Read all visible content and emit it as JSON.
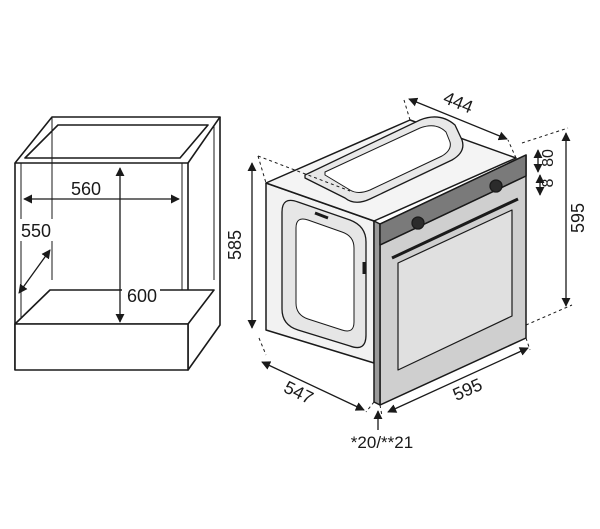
{
  "cabinet": {
    "width": "560",
    "depth": "550",
    "height": "600"
  },
  "oven": {
    "top_depth": "444",
    "body_height": "585",
    "front_height": "595",
    "front_width": "595",
    "body_depth": "547",
    "top_gap_a": "8",
    "top_gap_b": "80",
    "front_protrusion": "*20/**21"
  },
  "colors": {
    "line": "#1a1a1a",
    "fill_light": "#f2f2f2",
    "fill_mid": "#cfcfcf",
    "glass": "#e0e0e0",
    "panel": "#5a5a5a"
  }
}
